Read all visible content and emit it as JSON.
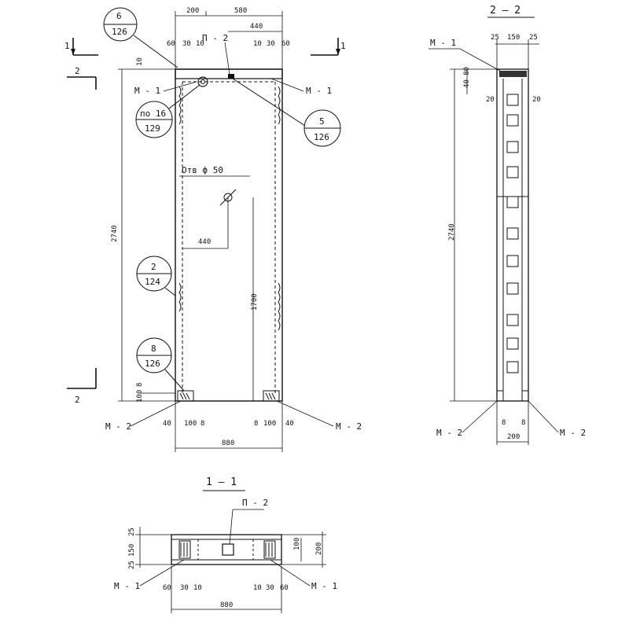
{
  "section_titles": {
    "s22": "2 – 2",
    "s11": "1 — 1"
  },
  "section_marks": {
    "a": "1",
    "b": "2"
  },
  "callouts": {
    "c1": {
      "top": "6",
      "bottom": "126"
    },
    "c2": {
      "top": "по 16",
      "bottom": "129"
    },
    "c3": {
      "top": "5",
      "bottom": "126"
    },
    "c4": {
      "top": "2",
      "bottom": "124"
    },
    "c5": {
      "top": "8",
      "bottom": "126"
    }
  },
  "labels": {
    "m1": "М - 1",
    "m2": "М - 2",
    "p2": "П - 2",
    "hole": "Отв ф 50"
  },
  "dims": {
    "d200": "200",
    "d580": "580",
    "d440": "440",
    "d60": "60",
    "d30": "30",
    "d10": "10",
    "d2740": "2740",
    "d1700": "1700",
    "d100": "100",
    "d8": "8",
    "d40": "40",
    "d880": "880",
    "d25": "25",
    "d150": "150",
    "d20": "20",
    "d4080": "40 80"
  }
}
